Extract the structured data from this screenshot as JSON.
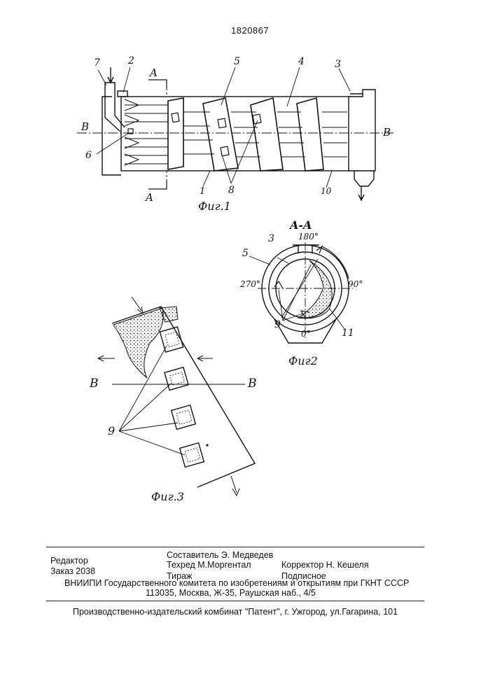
{
  "header": {
    "patent_number": "1820867"
  },
  "figures": {
    "fig1": {
      "caption": "Фиг.1",
      "callouts": [
        "7",
        "2",
        "5",
        "4",
        "3",
        "6",
        "1",
        "8",
        "10"
      ],
      "section_mark": "A",
      "axis_label": "B"
    },
    "fig2": {
      "title": "A-A",
      "caption": "Фиг2",
      "callouts": [
        "3",
        "5",
        "9",
        "11"
      ],
      "angles": [
        "180°",
        "270°",
        "90°",
        "0°"
      ]
    },
    "fig3": {
      "caption": "Фиг.3",
      "callouts": [
        "9"
      ],
      "axis_label": "B"
    }
  },
  "imprint": {
    "compiler": "Составитель  Э. Медведев",
    "tech_editor": "Техред М.Моргентал",
    "circulation": "Тираж",
    "editor": "Редактор",
    "order": "Заказ  2038",
    "proofreader": "Корректор  Н. Кешеля",
    "subscription": "Подписное",
    "institute": "ВНИИПИ Государственного комитета по изобретениям и открытиям при ГКНТ СССР",
    "address": "113035, Москва, Ж-35, Раушская наб., 4/5",
    "publisher": "Производственно-издательский комбинат \"Патент\", г. Ужгород, ул.Гагарина, 101"
  },
  "colors": {
    "ink": "#111111",
    "paper": "#ffffff"
  }
}
